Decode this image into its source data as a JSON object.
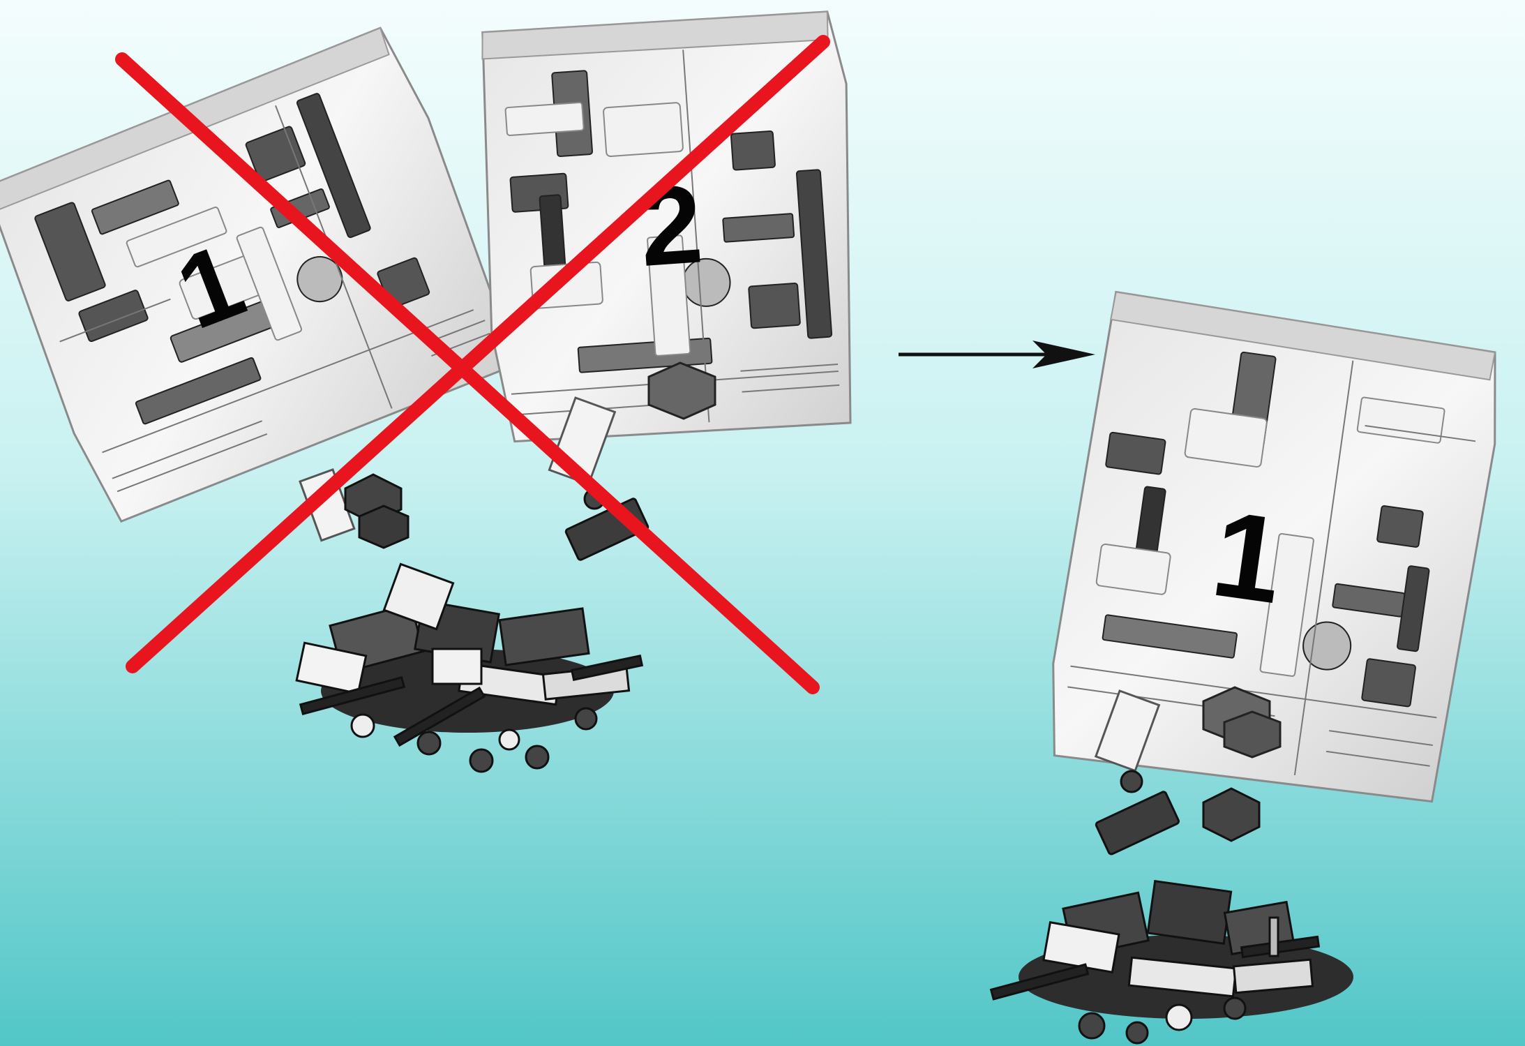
{
  "scene": {
    "background_top": "#f4fdfd",
    "background_mid": "#bfeeee",
    "background_bottom": "#55c8c8",
    "cross_color": "#e8141e",
    "arrow_color": "#111111"
  },
  "bags": [
    {
      "number": "1",
      "crossed": true
    },
    {
      "number": "2",
      "crossed": true
    },
    {
      "number": "1",
      "crossed": false
    }
  ],
  "icons": [
    "crossed-out-icon",
    "right-arrow-icon",
    "brick-pile-icon"
  ]
}
